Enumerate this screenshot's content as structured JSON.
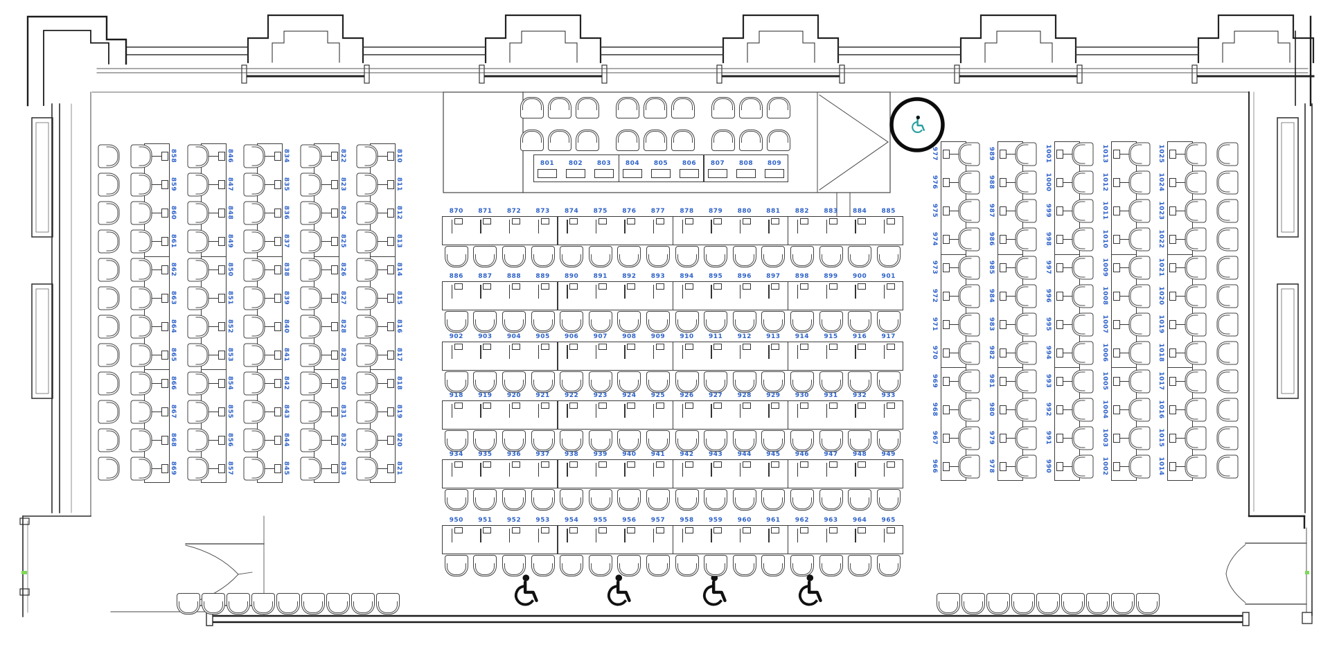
{
  "colors": {
    "seat_label_blue": "#2e62c9",
    "accessible_teal": "#2aa0a0",
    "line_dark": "#3a3a3a"
  },
  "stage": {
    "desks": [
      801,
      802,
      803,
      804,
      805,
      806,
      807,
      808,
      809
    ],
    "chair_rows": 2,
    "chairs_per_row": 9
  },
  "center_rows": [
    [
      870,
      871,
      872,
      873,
      874,
      875,
      876,
      877,
      878,
      879,
      880,
      881,
      882,
      883,
      884,
      885
    ],
    [
      886,
      887,
      888,
      889,
      890,
      891,
      892,
      893,
      894,
      895,
      896,
      897,
      898,
      899,
      900,
      901
    ],
    [
      902,
      903,
      904,
      905,
      906,
      907,
      908,
      909,
      910,
      911,
      912,
      913,
      914,
      915,
      916,
      917
    ],
    [
      918,
      919,
      920,
      921,
      922,
      923,
      924,
      925,
      926,
      927,
      928,
      929,
      930,
      931,
      932,
      933
    ],
    [
      934,
      935,
      936,
      937,
      938,
      939,
      940,
      941,
      942,
      943,
      944,
      945,
      946,
      947,
      948,
      949
    ],
    [
      950,
      951,
      952,
      953,
      954,
      955,
      956,
      957,
      958,
      959,
      960,
      961,
      962,
      963,
      964,
      965
    ]
  ],
  "left_columns": [
    [
      858,
      859,
      860,
      861,
      862,
      863,
      864,
      865,
      866,
      867,
      868,
      869
    ],
    [
      846,
      847,
      848,
      849,
      850,
      851,
      852,
      853,
      854,
      855,
      856,
      857
    ],
    [
      834,
      835,
      836,
      837,
      838,
      839,
      840,
      841,
      842,
      843,
      844,
      845
    ],
    [
      822,
      823,
      824,
      825,
      826,
      827,
      828,
      829,
      830,
      831,
      832,
      833
    ],
    [
      810,
      811,
      812,
      813,
      814,
      815,
      816,
      817,
      818,
      819,
      820,
      821
    ]
  ],
  "right_columns": [
    [
      977,
      976,
      975,
      974,
      973,
      972,
      971,
      970,
      969,
      968,
      967,
      966
    ],
    [
      989,
      988,
      987,
      986,
      985,
      984,
      983,
      982,
      981,
      980,
      979,
      978
    ],
    [
      1001,
      1000,
      999,
      998,
      997,
      996,
      995,
      994,
      993,
      992,
      991,
      990
    ],
    [
      1013,
      1012,
      1011,
      1010,
      1009,
      1008,
      1007,
      1006,
      1005,
      1004,
      1003,
      1002
    ],
    [
      1025,
      1024,
      1023,
      1022,
      1021,
      1020,
      1019,
      1018,
      1017,
      1016,
      1015,
      1014
    ]
  ],
  "accessibility": {
    "floor_wheelchair_icons": 4,
    "circled_wheelchair_badge": 1
  },
  "unnumbered_chairs": {
    "left_wall_column": 12,
    "right_wall_column": 12,
    "bottom_left_row": 9,
    "bottom_right_row": 9
  }
}
